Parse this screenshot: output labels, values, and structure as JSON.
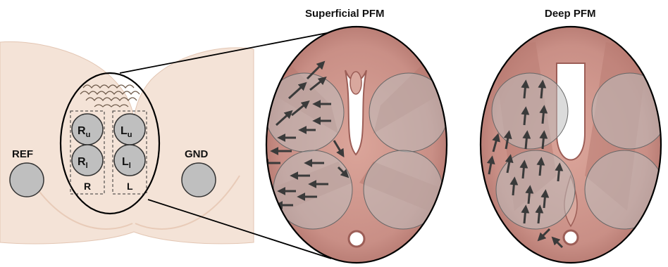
{
  "titles": {
    "superficial": "Superficial PFM",
    "deep": "Deep PFM"
  },
  "electrodes": {
    "ref": "REF",
    "gnd": "GND",
    "right_upper": {
      "base": "R",
      "sub": "u"
    },
    "right_lower": {
      "base": "R",
      "sub": "l"
    },
    "left_upper": {
      "base": "L",
      "sub": "u"
    },
    "left_lower": {
      "base": "L",
      "sub": "l"
    }
  },
  "sides": {
    "right": "R",
    "left": "L"
  },
  "colors": {
    "skin": "#f4e3d7",
    "skin_shadow": "#e8cbb8",
    "muscle": "#c98f86",
    "muscle_dark": "#9c5e57",
    "electrode_fill": "#bfbfbf",
    "arrow": "#3a3a3a",
    "outline": "#000000"
  }
}
